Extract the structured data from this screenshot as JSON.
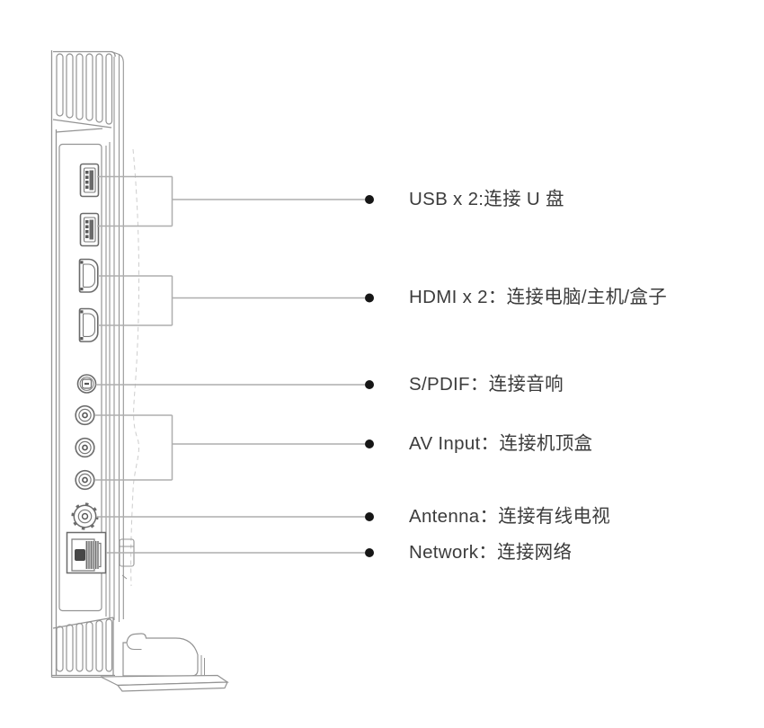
{
  "diagram": {
    "kind": "tv-side-port-callout-diagram",
    "labels": [
      {
        "id": "usb",
        "text": "USB x 2:连接 U 盘"
      },
      {
        "id": "hdmi",
        "text": "HDMI x 2：连接电脑/主机/盒子"
      },
      {
        "id": "spdif",
        "text": "S/PDIF：连接音响"
      },
      {
        "id": "av",
        "text": "AV Input：连接机顶盒"
      },
      {
        "id": "antenna",
        "text": "Antenna：连接有线电视"
      },
      {
        "id": "network",
        "text": "Network：连接网络"
      }
    ],
    "ports": [
      {
        "icon": "usb-port-icon",
        "count": 2
      },
      {
        "icon": "hdmi-port-icon",
        "count": 2
      },
      {
        "icon": "spdif-port-icon",
        "count": 1
      },
      {
        "icon": "rca-jack-icon",
        "count": 3
      },
      {
        "icon": "antenna-port-icon",
        "count": 1
      },
      {
        "icon": "ethernet-port-icon",
        "count": 1
      }
    ],
    "colors": {
      "background": "#ffffff",
      "line_art": "#949494",
      "port_detail": "#6b6b6b",
      "callout_line": "#aeaeae",
      "bullet": "#161616",
      "label_text": "#3c3c3c"
    }
  }
}
